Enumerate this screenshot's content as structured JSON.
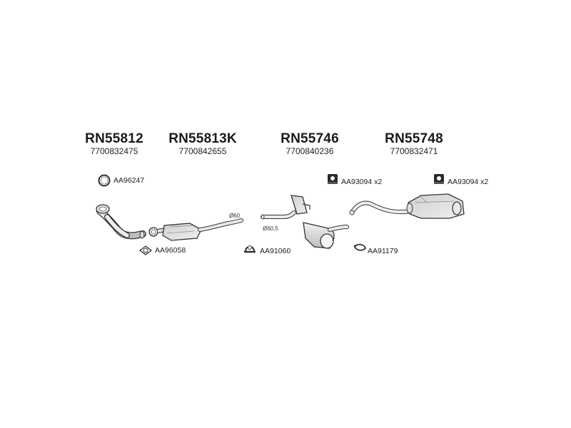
{
  "parts": [
    {
      "code": "RN55812",
      "oem": "7700832475"
    },
    {
      "code": "RN55813K",
      "oem": "7700842655"
    },
    {
      "code": "RN55746",
      "oem": "7700840236"
    },
    {
      "code": "RN55748",
      "oem": "7700832471"
    }
  ],
  "accessories": {
    "gasket_ring": "AA96247",
    "gasket_flange": "AA96058",
    "clamp_1": "AA91060",
    "clamp_2": "AA91179",
    "hanger_1": "AA93094 x2",
    "hanger_2": "AA93094 x2"
  },
  "dimensions": {
    "d1": "Ø60",
    "d2": "Ø60,5"
  },
  "colors": {
    "line": "#333333",
    "metal_light": "#e6e6e6",
    "metal_mid": "#c8c8c8",
    "rubber": "#2a2a2a"
  }
}
